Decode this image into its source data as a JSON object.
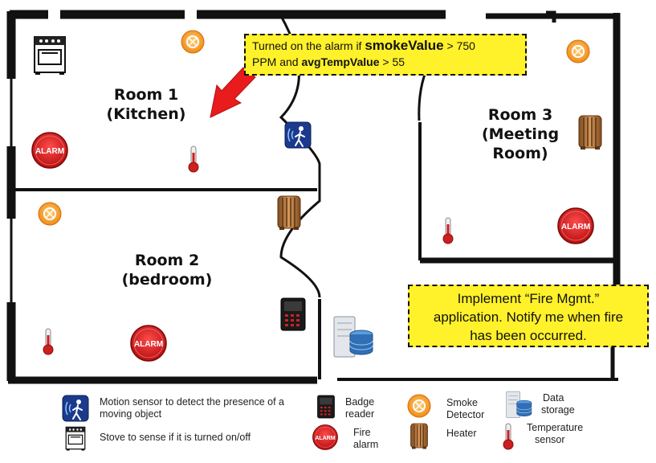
{
  "callouts": {
    "alarm_rule": {
      "prefix": "Turned on the alarm if ",
      "var1": "smokeValue",
      "mid": " > 750",
      "line2a": "PPM and ",
      "var2": "avgTempValue",
      "line2b": " > 55"
    },
    "app_request": {
      "line1": "Implement “Fire Mgmt.”",
      "line2": "application. Notify me when fire",
      "line3": "has been occurred."
    }
  },
  "rooms": {
    "room1": {
      "line1": "Room 1",
      "line2": "(Kitchen)"
    },
    "room2": {
      "line1": "Room 2",
      "line2": "(bedroom)"
    },
    "room3": {
      "line1": "Room 3",
      "line2": "(Meeting",
      "line3": "Room)"
    }
  },
  "icons": {
    "alarm_text": "ALARM"
  },
  "legend": {
    "motion": {
      "line1": "Motion sensor to detect the presence of a",
      "line2": "moving object"
    },
    "stove": {
      "line1": "Stove to sense if it is turned on/off"
    },
    "badge": {
      "line1": "Badge",
      "line2": "reader"
    },
    "fire_alarm": {
      "line1": "Fire",
      "line2": "alarm"
    },
    "smoke": {
      "line1": "Smoke",
      "line2": "Detector"
    },
    "heater": {
      "line1": "Heater"
    },
    "storage": {
      "line1": "Data",
      "line2": "storage"
    },
    "temperature": {
      "line1": "Temperature",
      "line2": "sensor"
    }
  },
  "colors": {
    "wall": "#111111",
    "callout_fill": "#fff12a",
    "alarm_red": "#d81e1e",
    "smoke_orange": "#f39a1e",
    "arrow_red": "#e81c1c",
    "thermo_red": "#cc1f1f",
    "motion_blue": "#1b3a8c",
    "heater_brown": "#b4763e",
    "db_blue": "#2f6fb5"
  }
}
